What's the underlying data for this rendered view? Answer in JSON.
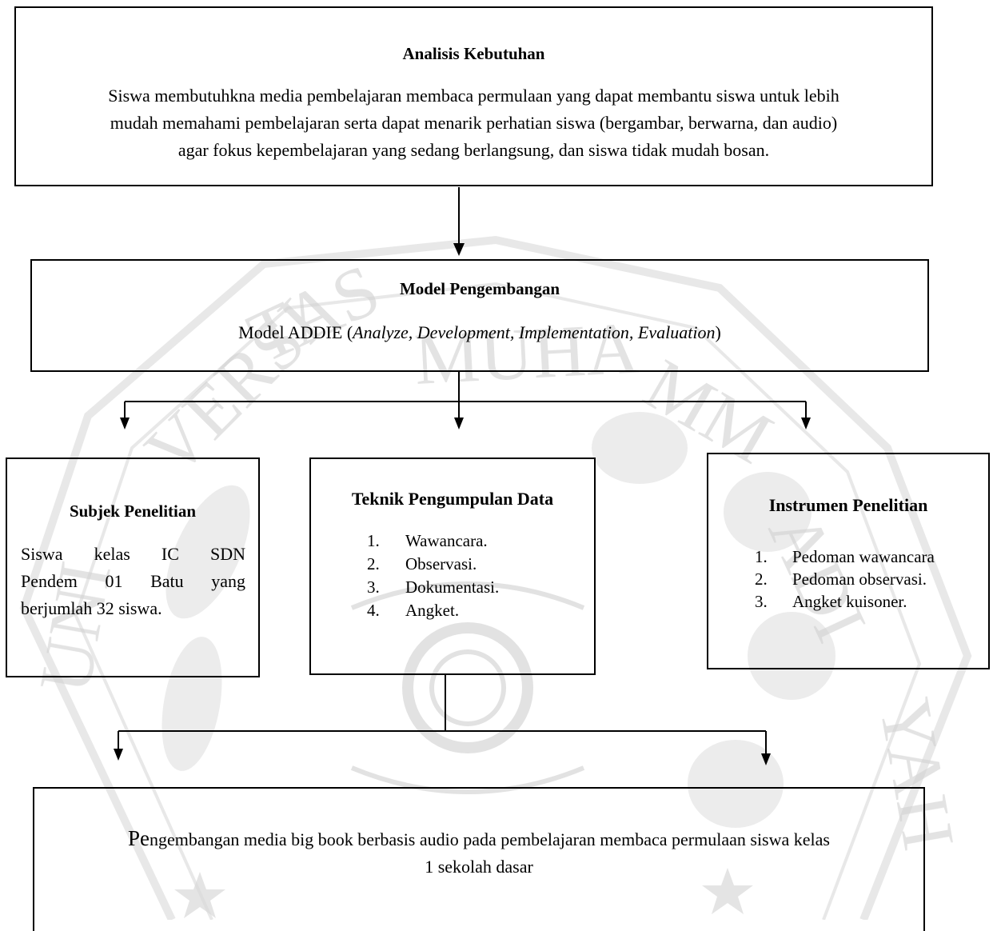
{
  "analisis": {
    "title": "Analisis Kebutuhan",
    "lines": [
      "Siswa membutuhkna media pembelajaran membaca permulaan yang dapat membantu siswa untuk lebih",
      "mudah memahami pembelajaran serta dapat menarik perhatian siswa (bergambar, berwarna, dan audio)",
      "agar fokus kepembelajaran yang sedang berlangsung, dan siswa tidak mudah bosan."
    ]
  },
  "model": {
    "title": "Model Pengembangan",
    "prefix": "Model ADDIE (",
    "italic": "Analyze, Development, Implementation, Evaluation",
    "suffix": ")"
  },
  "subjek": {
    "title": "Subjek Penelitian",
    "lines": [
      "Siswa kelas IC SDN",
      "Pendem 01 Batu yang",
      "berjumlah 32 siswa."
    ]
  },
  "teknik": {
    "title": "Teknik Pengumpulan Data",
    "items": [
      {
        "num": "1.",
        "text": "Wawancara."
      },
      {
        "num": "2.",
        "text": "Observasi."
      },
      {
        "num": "3.",
        "text": "Dokumentasi."
      },
      {
        "num": "4.",
        "text": "Angket."
      }
    ]
  },
  "instrumen": {
    "title": "Instrumen Penelitian",
    "items": [
      {
        "num": "1.",
        "text": "Pedoman wawancara"
      },
      {
        "num": "2.",
        "text": "Pedoman observasi."
      },
      {
        "num": "3.",
        "text": "Angket kuisoner."
      }
    ]
  },
  "hasil": {
    "lines": [
      "Pengembangan media big book berbasis audio pada pembelajaran membaca permulaan siswa kelas",
      "1 sekolah dasar"
    ]
  },
  "watermark": {
    "text": "UNIVERSITAS MUHAMMADIYAH",
    "color": "#c8c8c8"
  }
}
